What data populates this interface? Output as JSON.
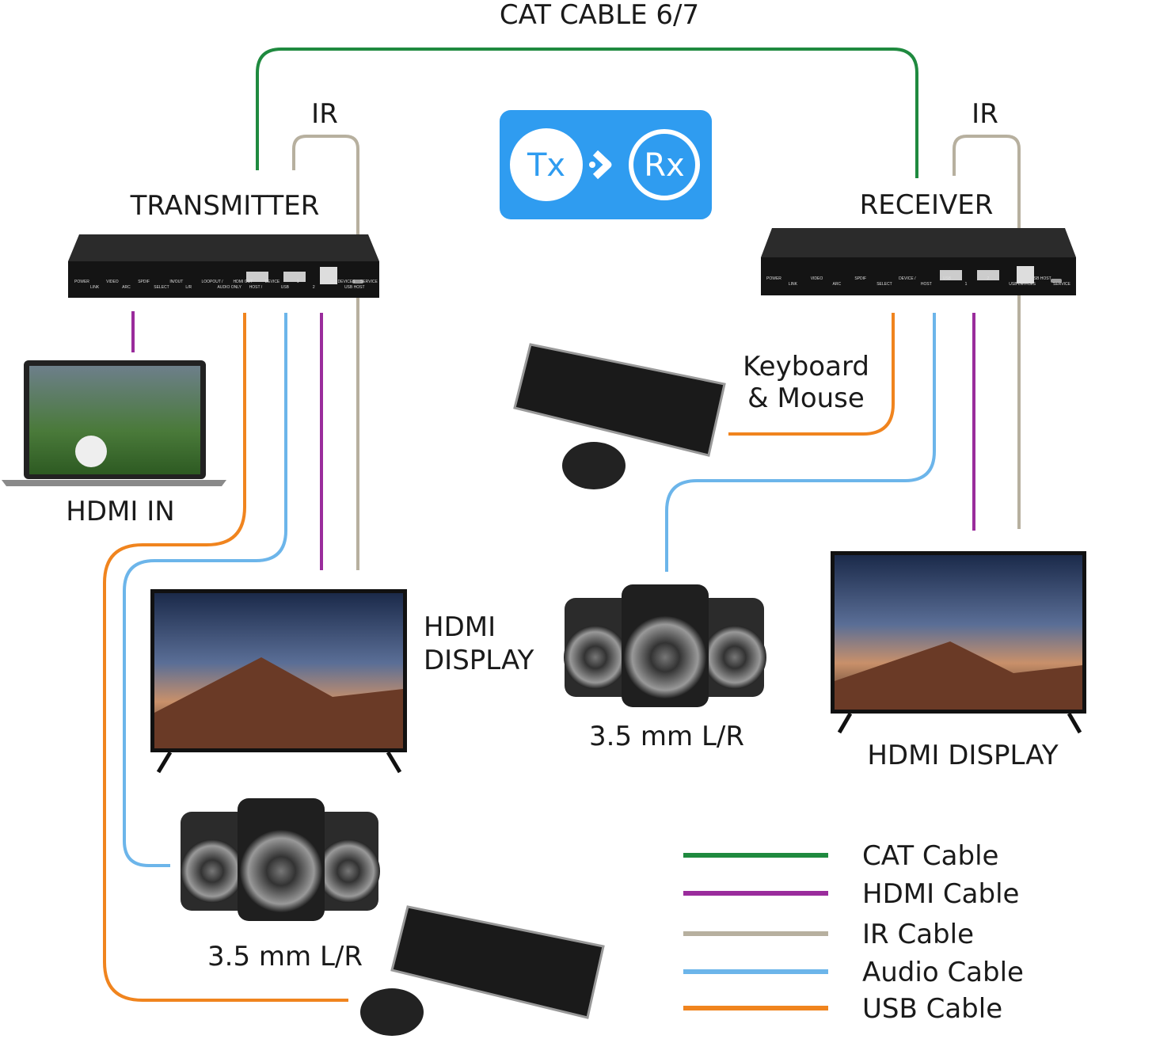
{
  "labels": {
    "cat_cable": "CAT CABLE 6/7",
    "ir_tx": "IR",
    "ir_rx": "IR",
    "transmitter": "TRANSMITTER",
    "receiver": "RECEIVER",
    "hdmi_in": "HDMI IN",
    "hdmi_display_tx_1": "HDMI",
    "hdmi_display_tx_2": "DISPLAY",
    "hdmi_display_rx": "HDMI DISPLAY",
    "audio_tx": "3.5 mm L/R",
    "audio_rx": "3.5 mm L/R",
    "keyboard_1": "Keyboard",
    "keyboard_2": "& Mouse"
  },
  "badge": {
    "tx": "Tx",
    "rx": "Rx",
    "color": "#2f9cf0"
  },
  "transmitter_panel": [
    "POWER",
    "LINK",
    "VIDEO",
    "ARC",
    "SPDIF",
    "SELECT",
    "IN/OUT",
    "L/R",
    "LOOPOUT /",
    "AUDIO ONLY",
    "HDMI OUT",
    "HOST /",
    "DEVICE",
    "USB",
    "1",
    "2",
    "USB DEVICES",
    "USB HOST",
    "SERVICE"
  ],
  "receiver_panel": [
    "POWER",
    "LINK",
    "VIDEO",
    "ARC",
    "SPDIF",
    "SELECT",
    "DEVICE /",
    "HOST",
    "USB",
    "1",
    "2",
    "USB DEVICES",
    "USB HOST",
    "SERVICE"
  ],
  "legend": [
    {
      "label": "CAT Cable",
      "color": "#1f8a3f"
    },
    {
      "label": "HDMI Cable",
      "color": "#9a2c9c"
    },
    {
      "label": "IR Cable",
      "color": "#b7b09f"
    },
    {
      "label": "Audio Cable",
      "color": "#6cb5ea"
    },
    {
      "label": "USB Cable",
      "color": "#f0841e"
    }
  ]
}
